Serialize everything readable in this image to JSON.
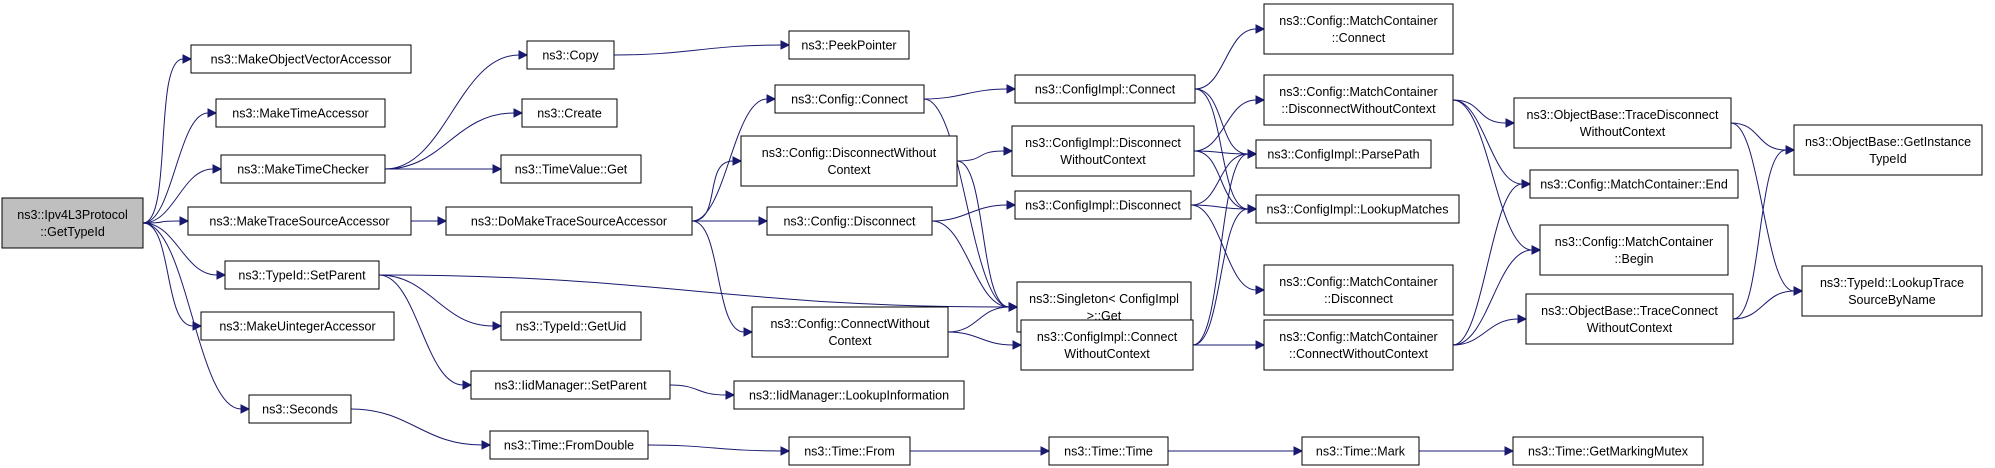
{
  "nodes": [
    {
      "id": "root",
      "lines": [
        "ns3::Ipv4L3Protocol",
        "::GetTypeId"
      ],
      "root": true
    },
    {
      "id": "mova",
      "lines": [
        "ns3::MakeObjectVectorAccessor"
      ]
    },
    {
      "id": "mta",
      "lines": [
        "ns3::MakeTimeAccessor"
      ]
    },
    {
      "id": "mtc",
      "lines": [
        "ns3::MakeTimeChecker"
      ]
    },
    {
      "id": "mtsa",
      "lines": [
        "ns3::MakeTraceSourceAccessor"
      ]
    },
    {
      "id": "sp",
      "lines": [
        "ns3::TypeId::SetParent"
      ]
    },
    {
      "id": "mua",
      "lines": [
        "ns3::MakeUintegerAccessor"
      ]
    },
    {
      "id": "sec",
      "lines": [
        "ns3::Seconds"
      ]
    },
    {
      "id": "copy",
      "lines": [
        "ns3::Copy"
      ]
    },
    {
      "id": "create",
      "lines": [
        "ns3::Create"
      ]
    },
    {
      "id": "tvget",
      "lines": [
        "ns3::TimeValue::Get"
      ]
    },
    {
      "id": "dmtsa",
      "lines": [
        "ns3::DoMakeTraceSourceAccessor"
      ]
    },
    {
      "id": "getuid",
      "lines": [
        "ns3::TypeId::GetUid"
      ]
    },
    {
      "id": "iidsp",
      "lines": [
        "ns3::IidManager::SetParent"
      ]
    },
    {
      "id": "fromdouble",
      "lines": [
        "ns3::Time::FromDouble"
      ]
    },
    {
      "id": "peek",
      "lines": [
        "ns3::PeekPointer"
      ]
    },
    {
      "id": "cconnect",
      "lines": [
        "ns3::Config::Connect"
      ]
    },
    {
      "id": "cdwc",
      "lines": [
        "ns3::Config::DisconnectWithout",
        "Context"
      ]
    },
    {
      "id": "cdisc",
      "lines": [
        "ns3::Config::Disconnect"
      ]
    },
    {
      "id": "ccwc",
      "lines": [
        "ns3::Config::ConnectWithout",
        "Context"
      ]
    },
    {
      "id": "iidlookup",
      "lines": [
        "ns3::IidManager::LookupInformation"
      ]
    },
    {
      "id": "tfrom",
      "lines": [
        "ns3::Time::From"
      ]
    },
    {
      "id": "ciconnect",
      "lines": [
        "ns3::ConfigImpl::Connect"
      ]
    },
    {
      "id": "cidwc",
      "lines": [
        "ns3::ConfigImpl::Disconnect",
        "WithoutContext"
      ]
    },
    {
      "id": "cidisc",
      "lines": [
        "ns3::ConfigImpl::Disconnect"
      ]
    },
    {
      "id": "singleton",
      "lines": [
        "ns3::Singleton< ConfigImpl",
        " >::Get"
      ]
    },
    {
      "id": "cicwc",
      "lines": [
        "ns3::ConfigImpl::Connect",
        "WithoutContext"
      ]
    },
    {
      "id": "ttime",
      "lines": [
        "ns3::Time::Time"
      ]
    },
    {
      "id": "mcconnect",
      "lines": [
        "ns3::Config::MatchContainer",
        "::Connect"
      ]
    },
    {
      "id": "mcdwc",
      "lines": [
        "ns3::Config::MatchContainer",
        "::DisconnectWithoutContext"
      ]
    },
    {
      "id": "parsepath",
      "lines": [
        "ns3::ConfigImpl::ParsePath"
      ]
    },
    {
      "id": "lookupmatches",
      "lines": [
        "ns3::ConfigImpl::LookupMatches"
      ]
    },
    {
      "id": "mcdisc",
      "lines": [
        "ns3::Config::MatchContainer",
        "::Disconnect"
      ]
    },
    {
      "id": "mccwc",
      "lines": [
        "ns3::Config::MatchContainer",
        "::ConnectWithoutContext"
      ]
    },
    {
      "id": "tmark",
      "lines": [
        "ns3::Time::Mark"
      ]
    },
    {
      "id": "obtdwc",
      "lines": [
        "ns3::ObjectBase::TraceDisconnect",
        "WithoutContext"
      ]
    },
    {
      "id": "mcend",
      "lines": [
        "ns3::Config::MatchContainer::End"
      ]
    },
    {
      "id": "mcbegin",
      "lines": [
        "ns3::Config::MatchContainer",
        "::Begin"
      ]
    },
    {
      "id": "obtcwc",
      "lines": [
        "ns3::ObjectBase::TraceConnect",
        "WithoutContext"
      ]
    },
    {
      "id": "getmm",
      "lines": [
        "ns3::Time::GetMarkingMutex"
      ]
    },
    {
      "id": "obgit",
      "lines": [
        "ns3::ObjectBase::GetInstance",
        "TypeId"
      ]
    },
    {
      "id": "tlts",
      "lines": [
        "ns3::TypeId::LookupTrace",
        "SourceByName"
      ]
    }
  ],
  "edges": [
    [
      "root",
      "mova"
    ],
    [
      "root",
      "mta"
    ],
    [
      "root",
      "mtc"
    ],
    [
      "root",
      "mtsa"
    ],
    [
      "root",
      "sp"
    ],
    [
      "root",
      "mua"
    ],
    [
      "root",
      "sec"
    ],
    [
      "mtc",
      "copy"
    ],
    [
      "mtc",
      "create"
    ],
    [
      "mtc",
      "tvget"
    ],
    [
      "copy",
      "peek"
    ],
    [
      "mtsa",
      "dmtsa"
    ],
    [
      "dmtsa",
      "cconnect"
    ],
    [
      "dmtsa",
      "cdwc"
    ],
    [
      "dmtsa",
      "cdisc"
    ],
    [
      "dmtsa",
      "ccwc"
    ],
    [
      "sp",
      "singleton"
    ],
    [
      "sp",
      "getuid"
    ],
    [
      "sp",
      "iidsp"
    ],
    [
      "iidsp",
      "iidlookup"
    ],
    [
      "sec",
      "fromdouble"
    ],
    [
      "fromdouble",
      "tfrom"
    ],
    [
      "tfrom",
      "ttime"
    ],
    [
      "ttime",
      "tmark"
    ],
    [
      "tmark",
      "getmm"
    ],
    [
      "cconnect",
      "ciconnect"
    ],
    [
      "cconnect",
      "singleton"
    ],
    [
      "cdwc",
      "cidwc"
    ],
    [
      "cdwc",
      "singleton"
    ],
    [
      "cdisc",
      "cidisc"
    ],
    [
      "cdisc",
      "singleton"
    ],
    [
      "ccwc",
      "singleton"
    ],
    [
      "ccwc",
      "cicwc"
    ],
    [
      "ciconnect",
      "mcconnect"
    ],
    [
      "ciconnect",
      "parsepath"
    ],
    [
      "ciconnect",
      "lookupmatches"
    ],
    [
      "cidwc",
      "mcdwc"
    ],
    [
      "cidwc",
      "parsepath"
    ],
    [
      "cidwc",
      "lookupmatches"
    ],
    [
      "cidisc",
      "parsepath"
    ],
    [
      "cidisc",
      "lookupmatches"
    ],
    [
      "cidisc",
      "mcdisc"
    ],
    [
      "cicwc",
      "parsepath"
    ],
    [
      "cicwc",
      "lookupmatches"
    ],
    [
      "cicwc",
      "mccwc"
    ],
    [
      "mcdwc",
      "obtdwc"
    ],
    [
      "mcdwc",
      "mcend"
    ],
    [
      "mcdwc",
      "mcbegin"
    ],
    [
      "mccwc",
      "mcend"
    ],
    [
      "mccwc",
      "mcbegin"
    ],
    [
      "mccwc",
      "obtcwc"
    ],
    [
      "obtdwc",
      "obgit"
    ],
    [
      "obtdwc",
      "tlts"
    ],
    [
      "obtcwc",
      "obgit"
    ],
    [
      "obtcwc",
      "tlts"
    ]
  ]
}
